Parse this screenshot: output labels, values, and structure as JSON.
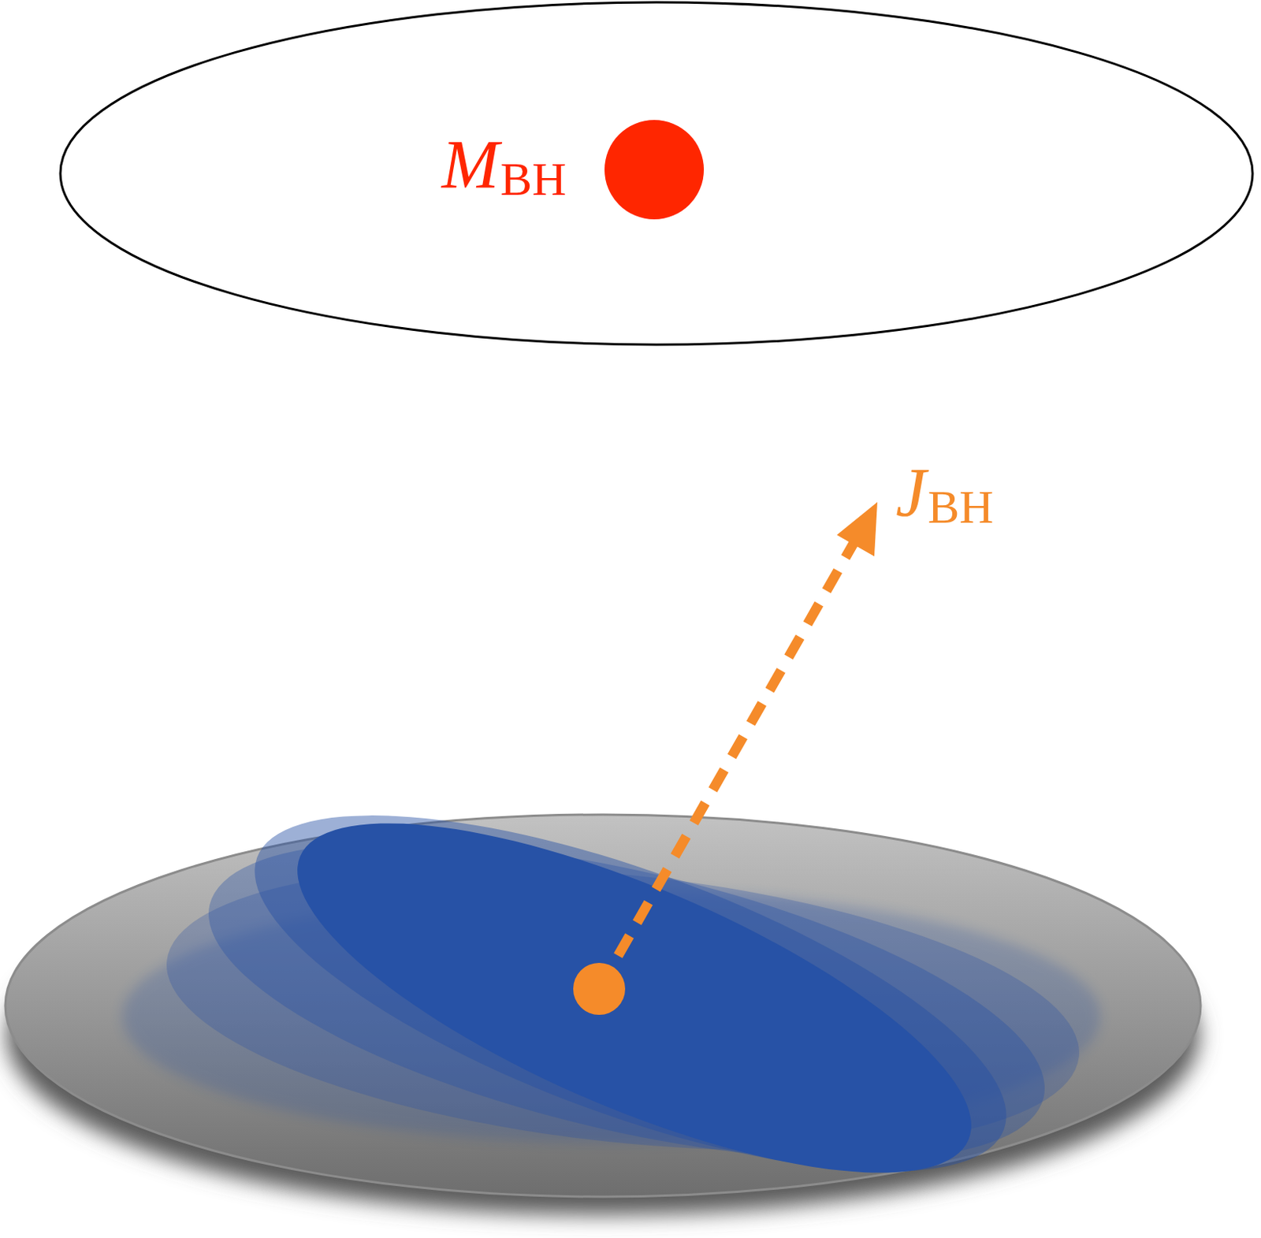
{
  "diagram": {
    "nodes": [
      {
        "text": [
          "M",
          "BH"
        ]
      }
    ],
    "labels": [
      "J",
      "BH"
    ]
  }
}
